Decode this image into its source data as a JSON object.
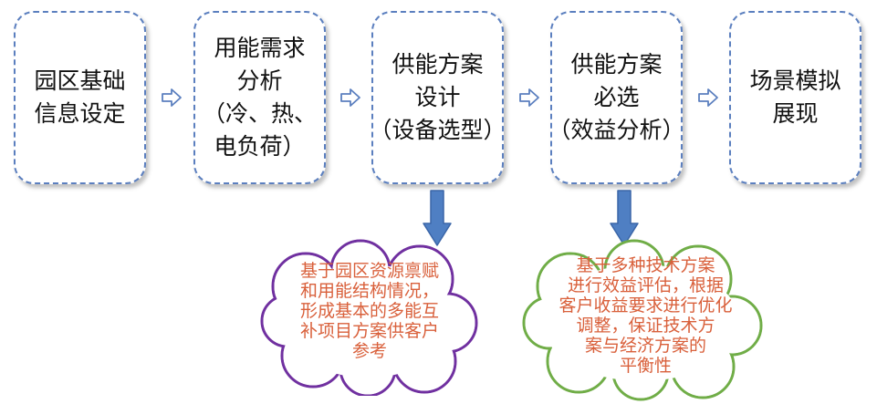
{
  "steps": [
    {
      "lines": [
        "园区基础",
        "信息设定"
      ]
    },
    {
      "lines": [
        "用能需求",
        "分析",
        "（冷、热、",
        "电负荷）"
      ]
    },
    {
      "lines": [
        "供能方案",
        "设计",
        "（设备选型）"
      ]
    },
    {
      "lines": [
        "供能方案",
        "必选",
        "（效益分析）"
      ]
    },
    {
      "lines": [
        "场景模拟",
        "展现"
      ]
    }
  ],
  "callouts": [
    {
      "lines": [
        "基于园区资源禀赋",
        "和用能结构情况，",
        "形成基本的多能互",
        "补项目方案供客户",
        "参考"
      ]
    },
    {
      "lines": [
        "基于多种技术方案",
        "进行效益评估，根据",
        "客户收益要求进行优化",
        "调整，保证技术方",
        "案与经济方案的",
        "平衡性"
      ]
    }
  ],
  "colors": {
    "box_border": "#5b7fbf",
    "arrow_fill": "#4f7fc3",
    "callout_text": "#d9603b",
    "callout1_border": "#7030a0",
    "callout2_border": "#70ad47"
  }
}
